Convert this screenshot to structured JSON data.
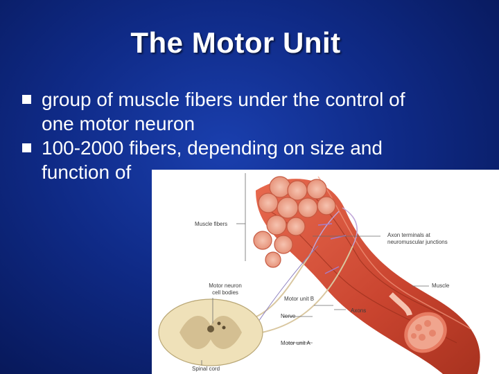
{
  "slide": {
    "title": "The Motor Unit",
    "bullets": [
      {
        "line1": "group of muscle fibers under the control of",
        "line2": "one motor neuron"
      },
      {
        "line1": "100-2000 fibers, depending on size and",
        "line2": "function of"
      }
    ]
  },
  "figure": {
    "labels": {
      "muscle_fibers": "Muscle fibers",
      "axon_terminals_1": "Axon terminals at",
      "axon_terminals_2": "neuromuscular junctions",
      "motor_neuron_1": "Motor neuron",
      "motor_neuron_2": "cell bodies",
      "muscle": "Muscle",
      "motor_unit_b": "Motor unit B",
      "axons": "Axons",
      "nerve": "Nerve",
      "motor_unit_a": "Motor unit A",
      "spinal_cord": "Spinal cord"
    }
  },
  "colors": {
    "background": "#0f2a86",
    "text": "#ffffff",
    "muscle": "#d9553f",
    "muscle_light": "#f2a08a",
    "nerve": "#e7d3a8"
  }
}
